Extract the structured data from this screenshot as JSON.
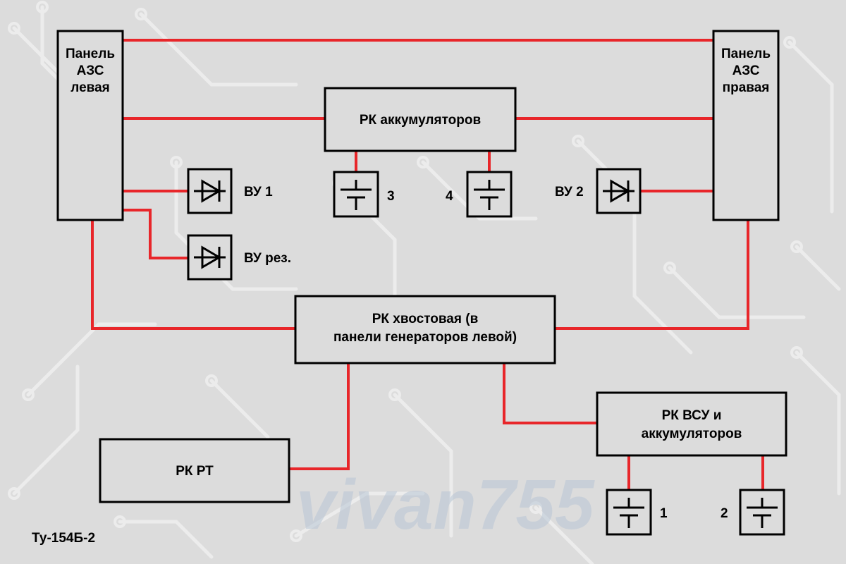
{
  "diagram": {
    "watermark": "vivan755",
    "aircraft_label": "Ту-154Б-2",
    "blocks": {
      "azs_left": [
        "Панель",
        "АЗС",
        "левая"
      ],
      "azs_right": [
        "Панель",
        "АЗС",
        "правая"
      ],
      "rk_batteries": [
        "РК аккумуляторов"
      ],
      "rk_tail": [
        "РК хвостовая (в",
        "панели генераторов левой)"
      ],
      "rk_vsu": [
        "РК ВСУ и",
        "аккумуляторов"
      ],
      "rk_rt": [
        "РК РТ"
      ]
    },
    "rectifiers": {
      "vu1": "ВУ 1",
      "vu2": "ВУ 2",
      "vu_rez": "ВУ рез."
    },
    "batteries": {
      "b1": "1",
      "b2": "2",
      "b3": "3",
      "b4": "4"
    },
    "colors": {
      "wire": "#e8262a",
      "box_fill": "#dcdcdc",
      "box_stroke": "#000000",
      "circuit_pattern": "#ebebeb",
      "watermark": "#b9c6d6"
    }
  }
}
